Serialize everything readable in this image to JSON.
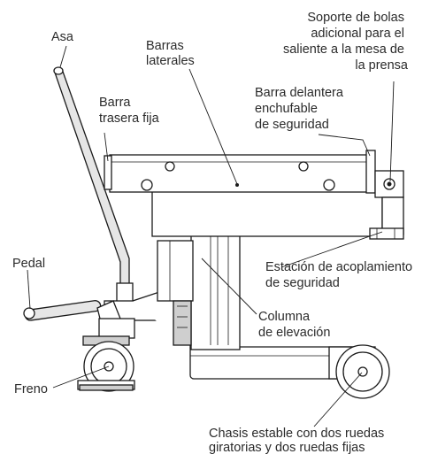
{
  "labels": {
    "asa": "Asa",
    "barras_laterales": [
      "Barras",
      "laterales"
    ],
    "soporte_bolas": [
      "Soporte de bolas",
      "adicional para el",
      "saliente a la mesa de",
      "la prensa"
    ],
    "barra_trasera": [
      "Barra",
      "trasera fija"
    ],
    "barra_delantera": [
      "Barra delantera",
      "enchufable",
      "de seguridad"
    ],
    "estacion": [
      "Estación de acoplamiento",
      "de seguridad"
    ],
    "pedal": "Pedal",
    "columna": [
      "Columna",
      "de elevación"
    ],
    "freno": "Freno",
    "chasis": [
      "Chasis estable con dos ruedas",
      "giratorias y dos ruedas fijas"
    ]
  }
}
